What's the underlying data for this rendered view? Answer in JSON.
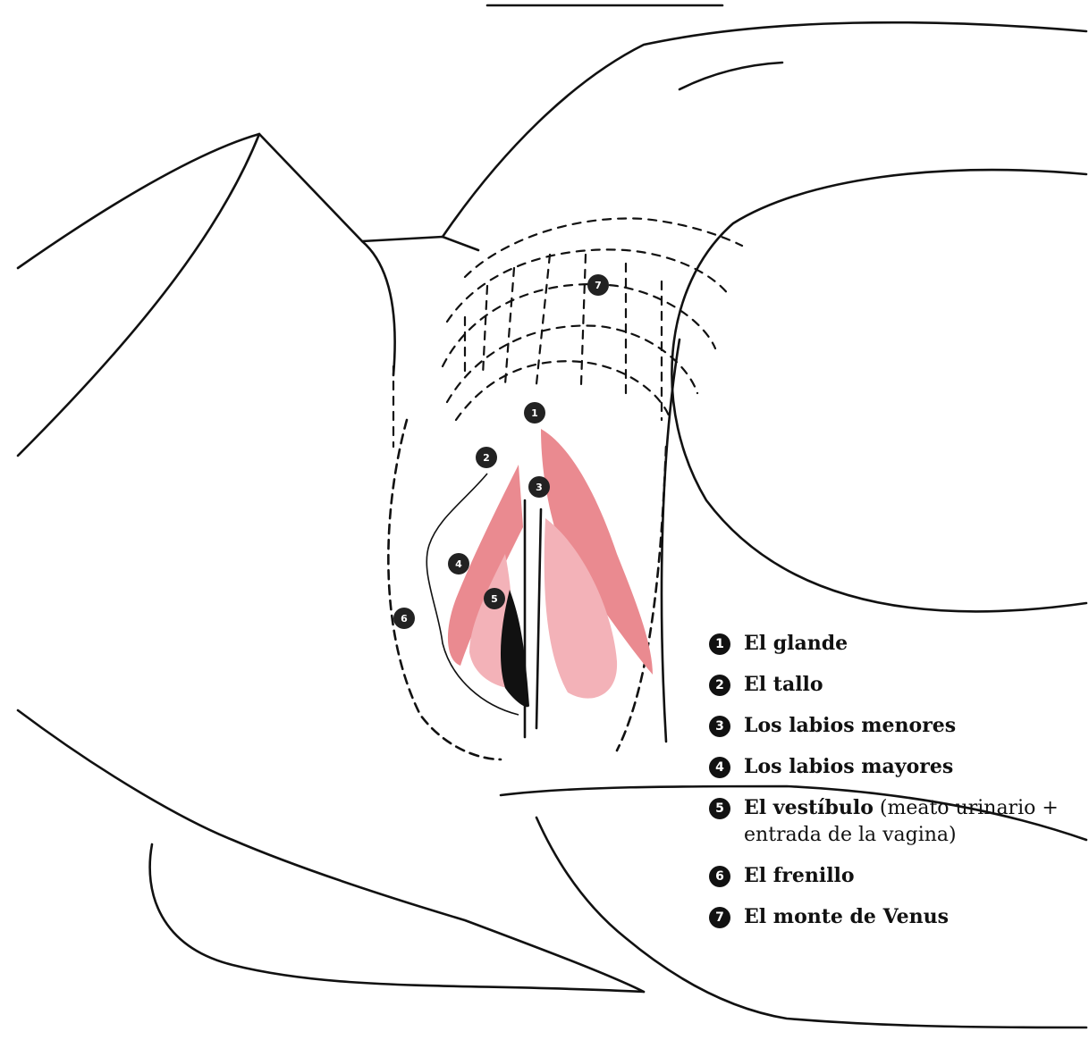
{
  "legend": [
    {
      "num": "1",
      "term": "El glande",
      "extra": ""
    },
    {
      "num": "2",
      "term": "El tallo",
      "extra": ""
    },
    {
      "num": "3",
      "term": "Los labios menores",
      "extra": ""
    },
    {
      "num": "4",
      "term": "Los labios mayores",
      "extra": ""
    },
    {
      "num": "5",
      "term": "El vestíbulo",
      "extra": "(meato urinario + entrada de la vagina)"
    },
    {
      "num": "6",
      "term": "El frenillo",
      "extra": ""
    },
    {
      "num": "7",
      "term": "El monte de Venus",
      "extra": ""
    }
  ],
  "markers": [
    "1",
    "2",
    "3",
    "4",
    "5",
    "6",
    "7"
  ],
  "colors": {
    "pink_dark": "#ea8a90",
    "pink_light": "#f3b2b8",
    "line": "#111111"
  }
}
